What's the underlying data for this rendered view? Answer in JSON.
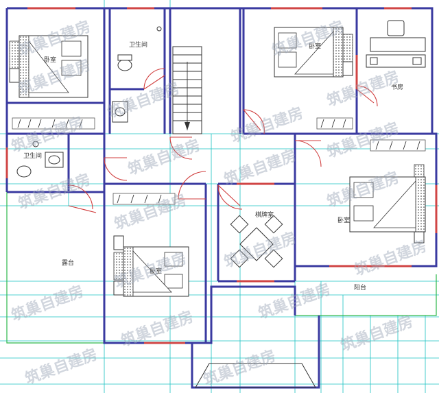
{
  "rooms": {
    "bedroom_nw": "卧室",
    "bathroom_n": "卫生间",
    "bedroom_n": "卧室",
    "study": "书房",
    "bathroom_w": "卫生间",
    "bedroom_e": "卧室",
    "chess_room": "棋牌室",
    "terrace": "露台",
    "bedroom_s": "卧室",
    "balcony": "阳台"
  },
  "watermark_text": "筑巢自建房",
  "colors": {
    "wall": "#3a3aa0",
    "grid": "#19c2c2",
    "grid_green": "#2cb84a",
    "window": "#d04545",
    "door": "#d03c3c",
    "watermark": "#9aa3b5"
  }
}
